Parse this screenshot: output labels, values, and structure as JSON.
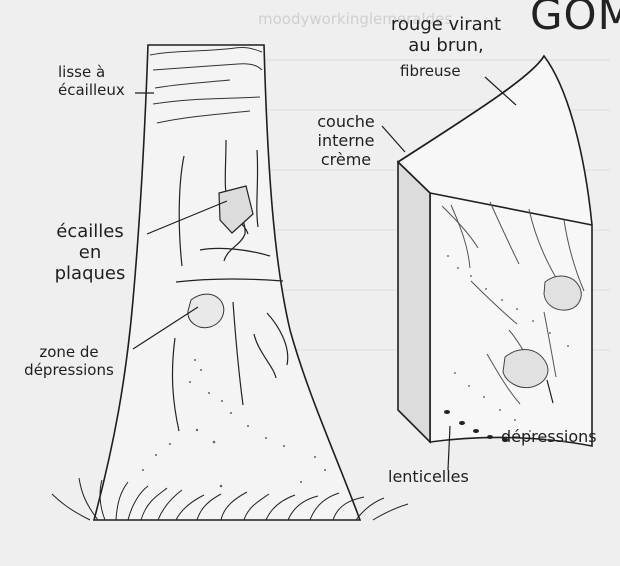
{
  "header": {
    "title": "GOM",
    "faint_text": "moodyworkinglemeraldes"
  },
  "labels": {
    "lisse": [
      "lisse à",
      "écailleux"
    ],
    "rouge": [
      "rouge virant",
      "au brun,"
    ],
    "fibreuse": "fibreuse",
    "couche": [
      "couche",
      "interne",
      "crème"
    ],
    "ecailles": [
      "écailles",
      "en",
      "plaques"
    ],
    "zone": [
      "zone de",
      "dépressions"
    ],
    "lenticelles": "lenticelles",
    "depressions": "dépressions"
  },
  "colors": {
    "ink": "#1f1f1f",
    "paper": "#efefef",
    "tree_fill": "#f4f4f4"
  }
}
